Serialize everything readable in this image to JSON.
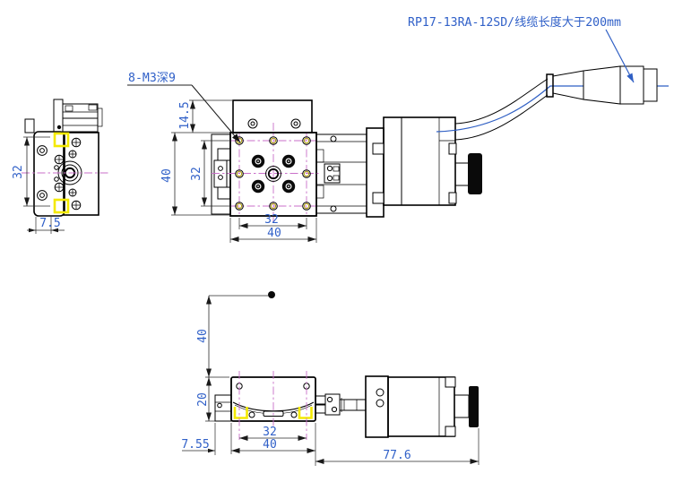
{
  "annotations": {
    "cable_label": "RP17-13RA-12SD/线缆长度大于200mm",
    "thread_label": "8-M3深9"
  },
  "side_view": {
    "dim_height": "32",
    "dim_offset": "7.5"
  },
  "plan_view": {
    "dim_base_offset": "14.5",
    "dim_plate_height": "40",
    "dim_hole_span_v": "32",
    "dim_hole_span_h": "32",
    "dim_plate_width": "40"
  },
  "front_view": {
    "dim_travel": "40",
    "dim_body_height": "20",
    "dim_hole_span": "32",
    "dim_body_width": "40",
    "dim_side_offset": "7.55",
    "dim_motor_length": "77.6"
  },
  "colors": {
    "dimension_text": "#3060C8",
    "centerline": "#C96FC9",
    "highlight": "#F3E900",
    "outline": "#000000"
  }
}
